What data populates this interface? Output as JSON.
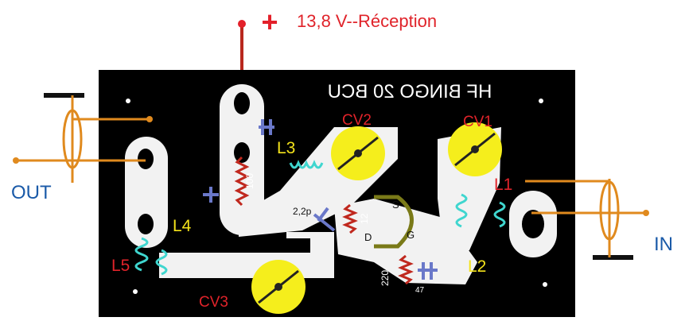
{
  "supply": {
    "label": "13,8 V--Réception",
    "plus_symbol": "+"
  },
  "board": {
    "title": "HF BINGO 20 BCU"
  },
  "ports": {
    "out_label": "OUT",
    "in_label": "IN"
  },
  "components": {
    "cv1": "CV1",
    "cv2": "CV2",
    "cv3": "CV3",
    "l1": "L1",
    "l2": "L2",
    "l3": "L3",
    "l4": "L4",
    "l5": "L5",
    "r100": "100",
    "r12": "12",
    "r220": "220",
    "c22": "2,2p",
    "c47": "47",
    "fet_s": "S",
    "fet_g": "G",
    "fet_d": "D"
  },
  "colors": {
    "board": "#000000",
    "copper": "#f2f2f2",
    "wire": "#e08a1e",
    "supply_red": "#e3202a",
    "trimmer_yellow": "#f5ee1c",
    "inductor_cyan": "#3fd6cf",
    "resistor_red": "#c0281e",
    "capacitor_blue": "#6a78c9",
    "fet_olive": "#7a7a18",
    "label_red": "#e0232a",
    "label_yellow": "#f3e21a",
    "port_text": "#1a5aa8"
  }
}
